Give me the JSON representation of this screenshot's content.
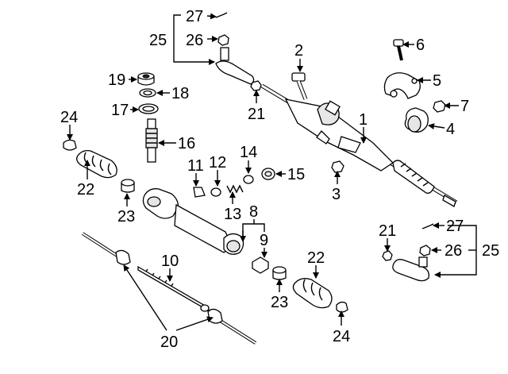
{
  "callouts": {
    "n1": "1",
    "n2": "2",
    "n3": "3",
    "n4": "4",
    "n5": "5",
    "n6": "6",
    "n7": "7",
    "n8": "8",
    "n9": "9",
    "n10": "10",
    "n11": "11",
    "n12": "12",
    "n13": "13",
    "n14": "14",
    "n15": "15",
    "n16": "16",
    "n17": "17",
    "n18": "18",
    "n19": "19",
    "n20": "20",
    "n21a": "21",
    "n21b": "21",
    "n22a": "22",
    "n22b": "22",
    "n23a": "23",
    "n23b": "23",
    "n24a": "24",
    "n24b": "24",
    "n25a": "25",
    "n25b": "25",
    "n26a": "26",
    "n26b": "26",
    "n27a": "27",
    "n27b": "27"
  }
}
